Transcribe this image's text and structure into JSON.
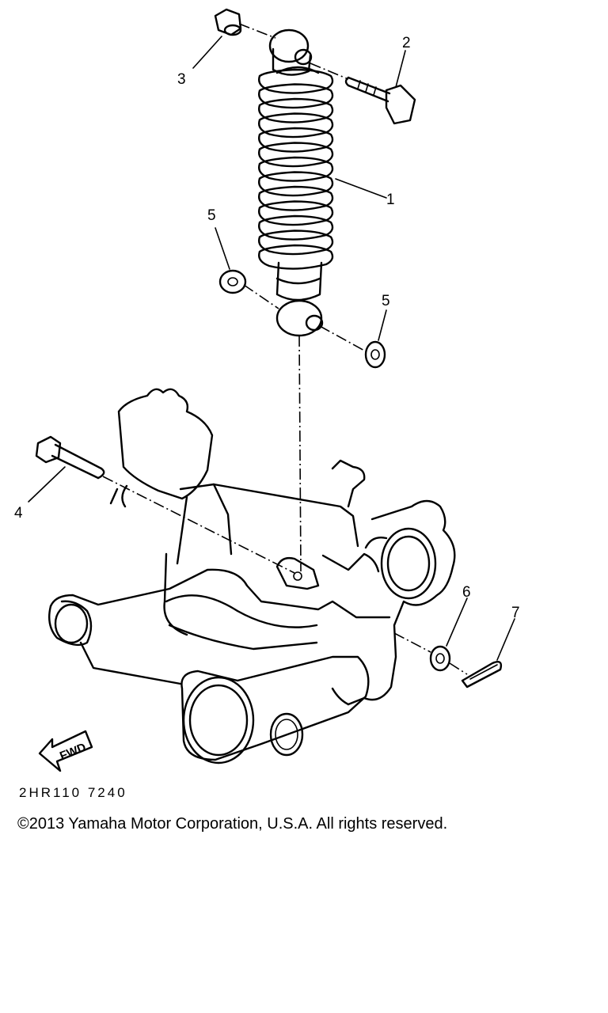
{
  "diagram": {
    "callouts": {
      "shock_absorber": "1",
      "bolt": "2",
      "nut": "3",
      "pivot_bolt": "4",
      "washer_left": "5",
      "washer_right": "5",
      "washer_lower": "6",
      "cotter_pin": "7"
    },
    "fwd_label": "FWD"
  },
  "footer": {
    "sheet_code": "2HR110 7240",
    "copyright": "©2013 Yamaha Motor Corporation, U.S.A. All rights reserved."
  }
}
